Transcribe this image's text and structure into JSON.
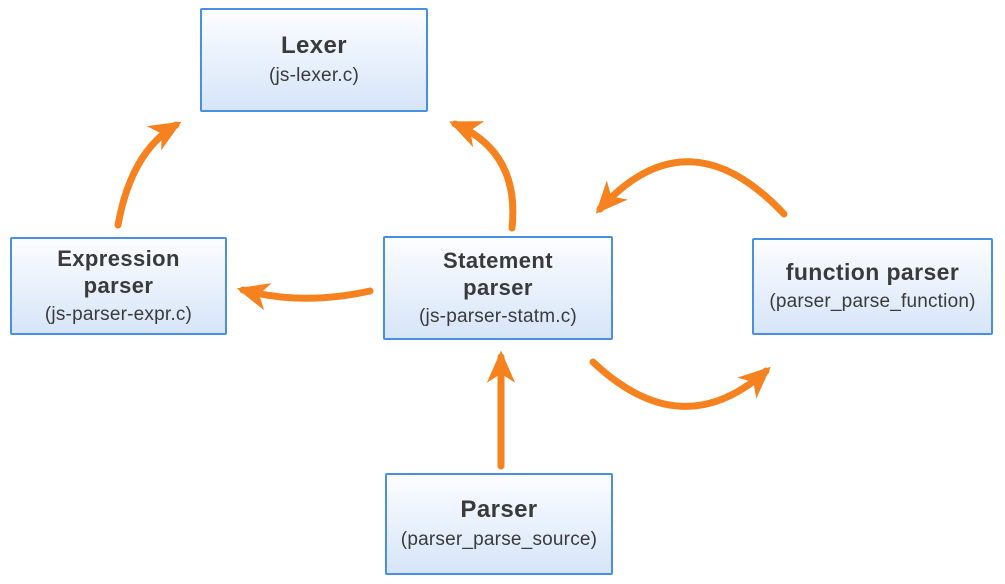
{
  "diagram": {
    "nodes": [
      {
        "id": "lexer",
        "title": "Lexer",
        "subtitle": "(js-lexer.c)"
      },
      {
        "id": "expression-parser",
        "title": "Expression\nparser",
        "subtitle": "(js-parser-expr.c)"
      },
      {
        "id": "statement-parser",
        "title": "Statement\nparser",
        "subtitle": "(js-parser-statm.c)"
      },
      {
        "id": "function-parser",
        "title": "function parser",
        "subtitle": "(parser_parse_function)"
      },
      {
        "id": "parser",
        "title": "Parser",
        "subtitle": "(parser_parse_source)"
      }
    ],
    "edges": [
      {
        "from": "expression-parser",
        "to": "lexer"
      },
      {
        "from": "statement-parser",
        "to": "lexer"
      },
      {
        "from": "statement-parser",
        "to": "expression-parser"
      },
      {
        "from": "function-parser",
        "to": "statement-parser"
      },
      {
        "from": "statement-parser",
        "to": "function-parser"
      },
      {
        "from": "parser",
        "to": "statement-parser"
      }
    ],
    "colors": {
      "arrow": "#F6821F",
      "node_border": "#4A90E2",
      "node_fill_top": "#FCFDFF",
      "node_fill_bottom": "#D6E5F8",
      "text": "#3A3A3A"
    }
  }
}
